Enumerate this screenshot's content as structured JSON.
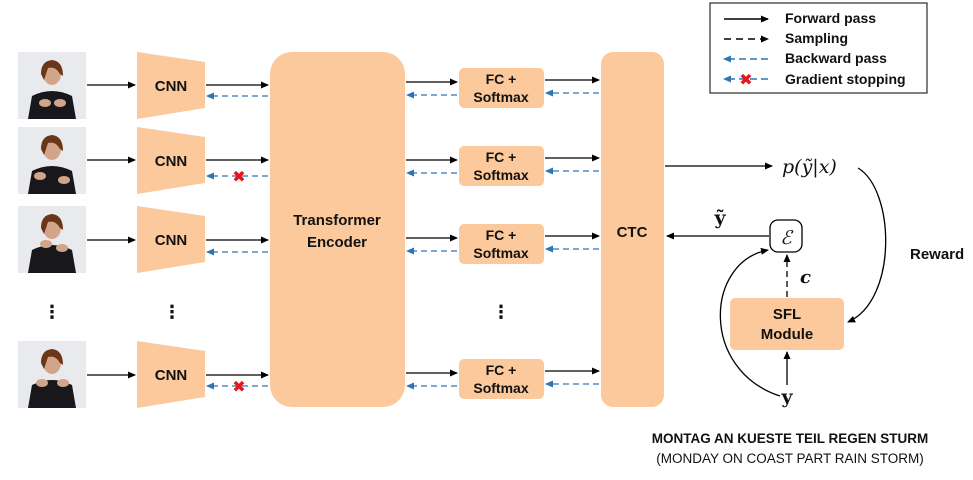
{
  "colors": {
    "block": "#fbc99b",
    "forward": "#000000",
    "backward": "#2e75b6",
    "stop": "#e8131b"
  },
  "legend": {
    "items": [
      {
        "label": "Forward pass",
        "style": "forward"
      },
      {
        "label": "Sampling",
        "style": "sampling"
      },
      {
        "label": "Backward pass",
        "style": "backward"
      },
      {
        "label": "Gradient stopping",
        "style": "stop"
      }
    ]
  },
  "blocks": {
    "cnn_label": "CNN",
    "encoder_line1": "Transformer",
    "encoder_line2": "Encoder",
    "fc_line1": "FC +",
    "fc_line2": "Softmax",
    "ctc": "CTC",
    "sfl_line1": "SFL",
    "sfl_line2": "Module",
    "evaluator": "ℰ"
  },
  "rows": [
    {
      "ellipsis": false,
      "gradient_stop": false
    },
    {
      "ellipsis": false,
      "gradient_stop": true
    },
    {
      "ellipsis": false,
      "gradient_stop": false
    },
    {
      "ellipsis": true
    },
    {
      "ellipsis": false,
      "gradient_stop": true
    }
  ],
  "ellipsis": "⋮",
  "math": {
    "prob": "p(ỹ|x)",
    "y_tilde": "ỹ",
    "c": "c",
    "y": "y"
  },
  "reward": "Reward",
  "gloss": "MONTAG AN KUESTE TEIL REGEN STURM",
  "translation": "(MONDAY ON COAST PART RAIN STORM)",
  "frames": [
    {
      "name": "signer-frame-1"
    },
    {
      "name": "signer-frame-2"
    },
    {
      "name": "signer-frame-3"
    },
    {
      "name": "signer-frame-4"
    }
  ]
}
